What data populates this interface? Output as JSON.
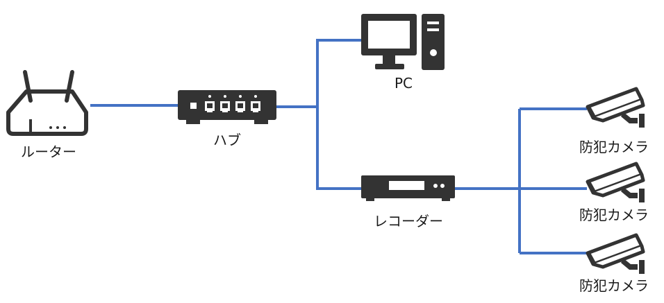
{
  "colors": {
    "line": "#4472C4",
    "device": "#333333",
    "screen_fill": "#ffffff"
  },
  "nodes": {
    "router": {
      "label": "ルーター",
      "icon": "wifi-router-icon"
    },
    "hub": {
      "label": "ハブ",
      "icon": "network-switch-icon"
    },
    "pc": {
      "label": "PC",
      "icon": "desktop-computer-icon"
    },
    "recorder": {
      "label": "レコーダー",
      "icon": "video-recorder-icon"
    },
    "cameras": [
      {
        "label": "防犯カメラ",
        "icon": "security-camera-icon"
      },
      {
        "label": "防犯カメラ",
        "icon": "security-camera-icon"
      },
      {
        "label": "防犯カメラ",
        "icon": "security-camera-icon"
      }
    ]
  },
  "connections": [
    {
      "from": "router",
      "to": "hub"
    },
    {
      "from": "hub",
      "to": "pc"
    },
    {
      "from": "hub",
      "to": "recorder"
    },
    {
      "from": "recorder",
      "to": "camera-1"
    },
    {
      "from": "recorder",
      "to": "camera-2"
    },
    {
      "from": "recorder",
      "to": "camera-3"
    }
  ]
}
